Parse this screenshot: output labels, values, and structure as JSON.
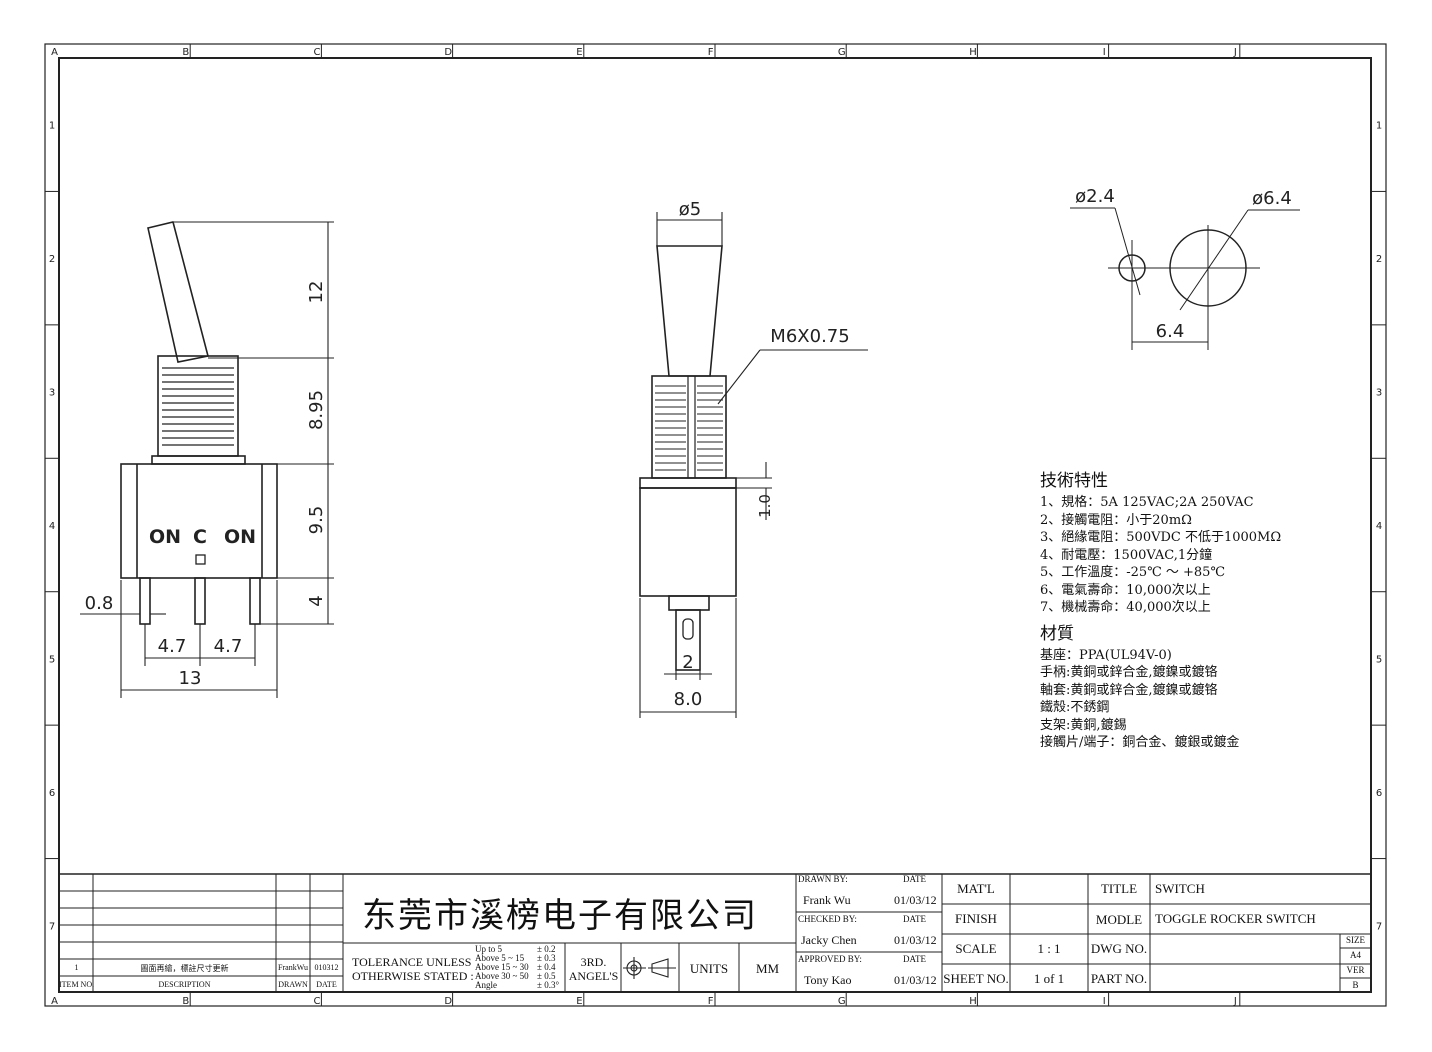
{
  "grid": {
    "columns": [
      "A",
      "B",
      "C",
      "D",
      "E",
      "F",
      "G",
      "H",
      "I",
      "J"
    ],
    "rows": [
      "1",
      "2",
      "3",
      "4",
      "5",
      "6",
      "7"
    ]
  },
  "side_view": {
    "dims": {
      "lever": "12",
      "bushing": "8.95",
      "body": "9.5",
      "terminal": "4",
      "pin_width": "0.8",
      "pitch_left": "4.7",
      "pitch_right": "4.7",
      "overall_width": "13"
    },
    "labels": {
      "on_left": "ON",
      "center": "C",
      "on_right": "ON"
    }
  },
  "front_view": {
    "dims": {
      "lever_dia": "ø5",
      "thread": "M6X0.75",
      "nut_height": "1.0",
      "terminal_width": "2",
      "body_width": "8.0"
    }
  },
  "panel_cutout": {
    "dims": {
      "small_hole": "ø2.4",
      "large_hole": "ø6.4",
      "spacing": "6.4"
    }
  },
  "specs": {
    "title": "技術特性",
    "items": [
      "1、規格：5A 125VAC;2A 250VAC",
      "2、接觸電阻：小于20mΩ",
      "3、絕緣電阻：500VDC 不低于1000MΩ",
      "4、耐電壓：1500VAC,1分鐘",
      "5、工作溫度：-25℃ ～ +85℃",
      "6、電氣壽命：10,000次以上",
      "7、機械壽命：40,000次以上"
    ]
  },
  "materials": {
    "title": "材質",
    "items": [
      "基座：PPA(UL94V-0)",
      "手柄:黄銅或鋅合金,鍍鎳或鍍铬",
      "軸套:黄銅或鋅合金,鍍鎳或鍍铬",
      "鐵殼:不銹鋼",
      "支架:黄銅,鍍錫",
      "接觸片/端子：銅合金、鍍銀或鍍金"
    ]
  },
  "title_block": {
    "company": "东莞市溪榜电子有限公司",
    "revision": {
      "item": "1",
      "description": "圖面再繪，標註尺寸更新",
      "drawn": "FrankWu",
      "date": "010312"
    },
    "revision_headers": {
      "item": "ITEM NO.",
      "description": "DESCRIPTION",
      "drawn": "DRAWN",
      "date": "DATE"
    },
    "tolerance": {
      "label_1": "TOLERANCE UNLESS",
      "label_2": "OTHERWISE STATED :",
      "ranges": [
        "Up to 5",
        "Above 5 ~ 15",
        "Above 15 ~ 30",
        "Above 30 ~ 50",
        "Angle"
      ],
      "values": [
        "± 0.2",
        "± 0.3",
        "± 0.4",
        "± 0.5",
        "± 0.3°"
      ]
    },
    "projection": "3RD. ANGEL'S",
    "units_label": "UNITS",
    "units_value": "MM",
    "drawn_by_label": "DRAWN BY:",
    "drawn_by": "Frank Wu",
    "checked_by_label": "CHECKED BY:",
    "checked_by": "Jacky Chen",
    "approved_by_label": "APPROVED BY:",
    "approved_by": "Tony Kao",
    "date_label": "DATE",
    "date_drawn": "01/03/12",
    "date_checked": "01/03/12",
    "date_approved": "01/03/12",
    "matl_label": "MAT'L",
    "finish_label": "FINISH",
    "scale_label": "SCALE",
    "scale": "1 : 1",
    "sheet_label": "SHEET NO.",
    "sheet": "1 of 1",
    "title_label": "TITLE",
    "title": "SWITCH",
    "model_label": "MODLE",
    "model": "TOGGLE ROCKER SWITCH",
    "dwg_label": "DWG NO.",
    "part_label": "PART NO.",
    "size_label": "SIZE",
    "size": "A4",
    "ver_label": "VER",
    "ver": "B"
  }
}
